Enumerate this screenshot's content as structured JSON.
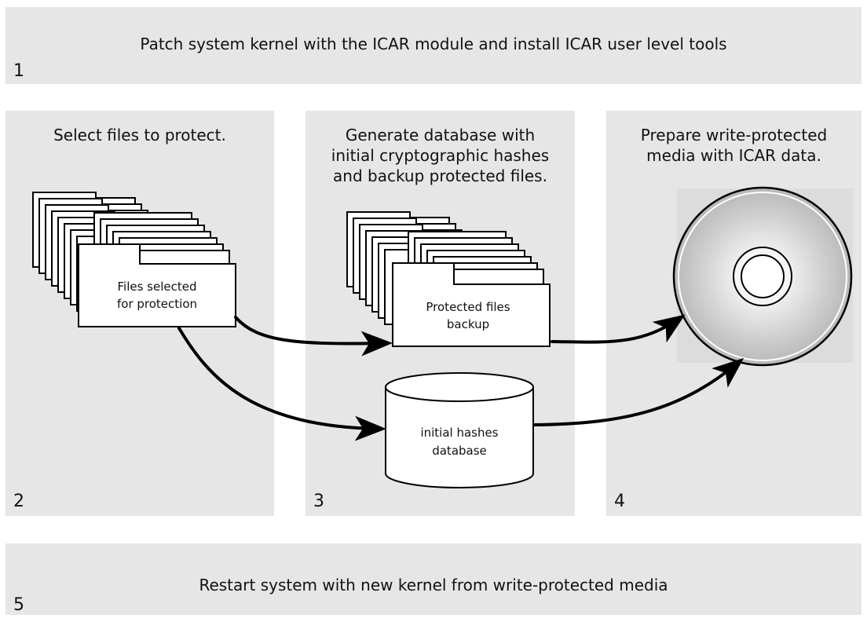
{
  "steps": [
    {
      "number": "1",
      "title": "Patch system kernel with the ICAR module and install ICAR user level tools"
    },
    {
      "number": "2",
      "title": "Select files to protect."
    },
    {
      "number": "3",
      "title": "Generate  database with\ninitial cryptographic hashes\nand backup protected files."
    },
    {
      "number": "4",
      "title": "Prepare write-protected\nmedia with ICAR data."
    },
    {
      "number": "5",
      "title": "Restart system with new kernel from write-protected media"
    }
  ],
  "nodes": {
    "files_selected": {
      "line1": "Files selected",
      "line2": "for protection"
    },
    "protected_backup": {
      "line1": "Protected files",
      "line2": "backup"
    },
    "hashes_db": {
      "line1": "initial hashes",
      "line2": "database"
    },
    "media": {
      "icon": "cd-disc-icon"
    }
  },
  "colors": {
    "panel": "#e6e6e6",
    "stroke": "#000000",
    "disc_bg": "#dcdcdc"
  }
}
